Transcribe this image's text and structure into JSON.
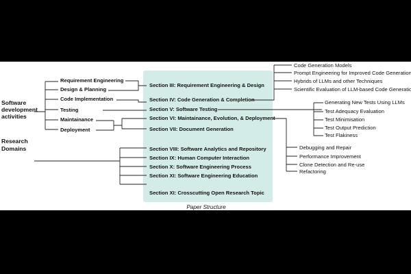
{
  "domains": {
    "software": [
      "Software",
      "development",
      "activities"
    ],
    "research": [
      "Research",
      "Domains"
    ]
  },
  "activities": [
    "Requirement Engineering",
    "Design & Planning",
    "Code Implementation",
    "Testing",
    "Maintainance",
    "Deployment"
  ],
  "sections": [
    "Section III: Requirement Engineering & Design",
    "Section IV: Code Generation & Completion",
    "Section V: Software Testing",
    "Section VI: Maintainance, Evolution, & Deployment",
    "Section VII: Document Generation",
    "Section VIII: Software Analytics and Repository",
    "Section IX: Human Computer Interaction",
    "Section X: Software Engineering Process",
    "Section XI: Software Engineering Education",
    "Section XI: Crosscutting Open Research Topic"
  ],
  "code_topics": [
    "Code Generation Models",
    "Prompt Engineering for Improved Code Generation",
    "Hybrids of LLMs and other Techniques",
    "Scientific Evaluation of LLM-based Code Generation"
  ],
  "testing_topics": [
    "Generating New Tests Using LLMs",
    "Test Adequacy Evaluation",
    "Test Minimisation",
    "Test Output Prediction",
    "Test Flakiness"
  ],
  "maintenance_topics": [
    "Debugging and Repair",
    "Performance Improvement",
    "Clone Detection and Re-use",
    "Refactoring"
  ],
  "caption": "Paper Structure",
  "colors": {
    "panel": "#d3ece7",
    "background": "#ffffff",
    "border": "#000000"
  }
}
